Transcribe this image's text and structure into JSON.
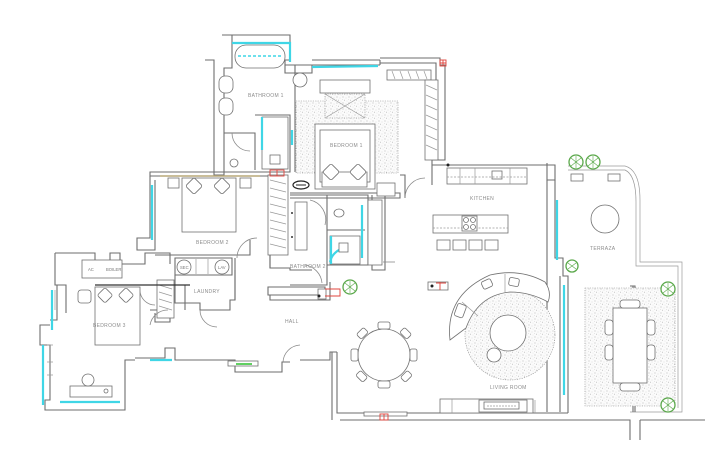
{
  "drawing": {
    "type": "architectural floor plan",
    "rooms": [
      {
        "id": "bathroom1",
        "label": "BATHROOM 1"
      },
      {
        "id": "bedroom1",
        "label": "BEDROOM 1"
      },
      {
        "id": "bedroom2",
        "label": "BEDROOM 2"
      },
      {
        "id": "bedroom3",
        "label": "BEDROOM 3"
      },
      {
        "id": "bathroom2",
        "label": "BATHROOM 2"
      },
      {
        "id": "laundry",
        "label": "LAUNDRY"
      },
      {
        "id": "hall",
        "label": "HALL"
      },
      {
        "id": "kitchen",
        "label": "KITCHEN"
      },
      {
        "id": "terraza",
        "label": "TERRAZA"
      },
      {
        "id": "living",
        "label": "LIVING ROOM"
      }
    ],
    "fixtures": {
      "ac": "AC",
      "boiler": "BOILER",
      "dryer": "SEC",
      "washer": "LAV"
    },
    "colors": {
      "walls": "#6e6e6e",
      "glazing": "#3fd6e6",
      "plants": "#5aa84a",
      "markers": "#e0443c",
      "headboard": "#b8a878",
      "light": "#39c43a"
    }
  }
}
